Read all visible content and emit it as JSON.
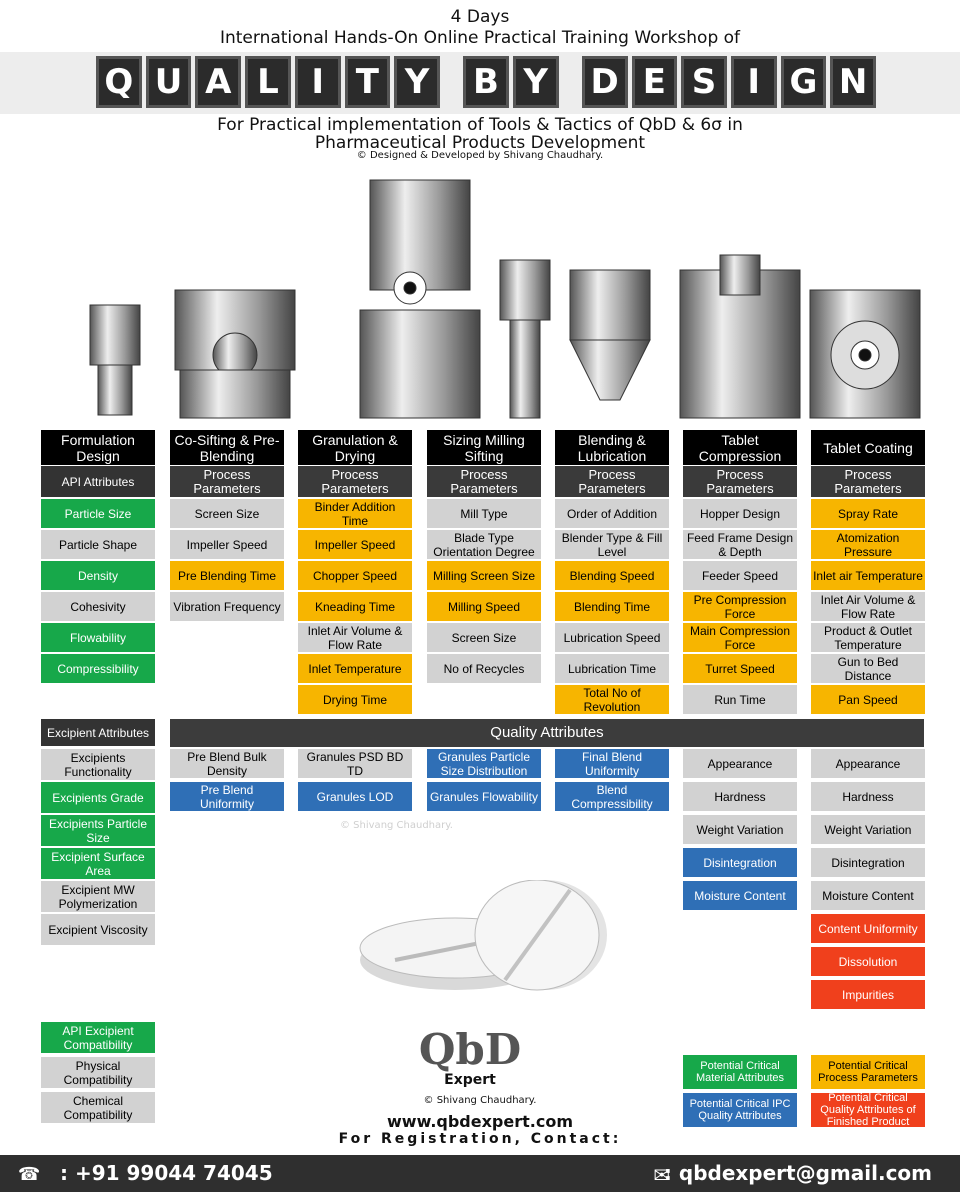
{
  "header": {
    "line1": "4 Days",
    "line2": "International Hands-On Online Practical Training Workshop of",
    "banner_word1": [
      "Q",
      "U",
      "A",
      "L",
      "I",
      "T",
      "Y"
    ],
    "banner_word2": [
      "B",
      "Y"
    ],
    "banner_word3": [
      "D",
      "E",
      "S",
      "I",
      "G",
      "N"
    ],
    "subtitle1": "For Practical implementation of Tools & Tactics of QbD & 6σ in",
    "subtitle2": "Pharmaceutical Products Development",
    "credit": "© Designed & Developed by Shivang Chaudhary."
  },
  "columns": [
    {
      "title": "Formulation Design",
      "sub": "API Attributes",
      "items": [
        [
          "Particle Size",
          "green"
        ],
        [
          "Particle Shape",
          "grey"
        ],
        [
          "Density",
          "green"
        ],
        [
          "Cohesivity",
          "grey"
        ],
        [
          "Flowability",
          "green"
        ],
        [
          "Compressibility",
          "green"
        ]
      ]
    },
    {
      "title": "Co-Sifting & Pre-Blending",
      "sub": "Process Parameters",
      "items": [
        [
          "Screen Size",
          "grey"
        ],
        [
          "Impeller Speed",
          "grey"
        ],
        [
          "Pre Blending Time",
          "yellow"
        ],
        [
          "Vibration Frequency",
          "grey"
        ]
      ]
    },
    {
      "title": "Granulation & Drying",
      "sub": "Process Parameters",
      "items": [
        [
          "Binder Addition Time",
          "yellow"
        ],
        [
          "Impeller Speed",
          "yellow"
        ],
        [
          "Chopper Speed",
          "yellow"
        ],
        [
          "Kneading Time",
          "yellow"
        ],
        [
          "Inlet Air Volume & Flow Rate",
          "grey"
        ],
        [
          "Inlet Temperature",
          "yellow"
        ],
        [
          "Drying Time",
          "yellow"
        ]
      ]
    },
    {
      "title": "Sizing Milling Sifting",
      "sub": "Process Parameters",
      "items": [
        [
          "Mill Type",
          "grey"
        ],
        [
          "Blade Type Orientation Degree",
          "grey"
        ],
        [
          "Milling Screen Size",
          "yellow"
        ],
        [
          "Milling Speed",
          "yellow"
        ],
        [
          "Screen Size",
          "grey"
        ],
        [
          "No of Recycles",
          "grey"
        ]
      ]
    },
    {
      "title": "Blending & Lubrication",
      "sub": "Process Parameters",
      "items": [
        [
          "Order of Addition",
          "grey"
        ],
        [
          "Blender Type & Fill Level",
          "grey"
        ],
        [
          "Blending Speed",
          "yellow"
        ],
        [
          "Blending Time",
          "yellow"
        ],
        [
          "Lubrication Speed",
          "grey"
        ],
        [
          "Lubrication Time",
          "grey"
        ],
        [
          "Total No of Revolution",
          "yellow"
        ]
      ]
    },
    {
      "title": "Tablet Compression",
      "sub": "Process Parameters",
      "items": [
        [
          "Hopper Design",
          "grey"
        ],
        [
          "Feed Frame Design & Depth",
          "grey"
        ],
        [
          "Feeder Speed",
          "grey"
        ],
        [
          "Pre Compression Force",
          "yellow"
        ],
        [
          "Main Compression Force",
          "yellow"
        ],
        [
          "Turret Speed",
          "yellow"
        ],
        [
          "Run Time",
          "grey"
        ]
      ]
    },
    {
      "title": "Tablet Coating",
      "sub": "Process Parameters",
      "items": [
        [
          "Spray Rate",
          "yellow"
        ],
        [
          "Atomization Pressure",
          "yellow"
        ],
        [
          "Inlet air Temperature",
          "yellow"
        ],
        [
          "Inlet Air Volume & Flow Rate",
          "grey"
        ],
        [
          "Product & Outlet Temperature",
          "grey"
        ],
        [
          "Gun to Bed Distance",
          "grey"
        ],
        [
          "Pan Speed",
          "yellow"
        ]
      ]
    }
  ],
  "quality_attributes_label": "Quality Attributes",
  "excipient": {
    "title": "Excipient Attributes",
    "items": [
      [
        "Excipients Functionality",
        "grey"
      ],
      [
        "Excipients Grade",
        "green"
      ],
      [
        "Excipients Particle Size",
        "green"
      ],
      [
        "Excipient Surface Area",
        "green"
      ],
      [
        "Excipient MW Polymerization",
        "grey"
      ],
      [
        "Excipient Viscosity",
        "grey"
      ]
    ]
  },
  "qa_columns": [
    {
      "items": [
        [
          "Pre Blend Bulk Density",
          "grey"
        ],
        [
          "Pre Blend Uniformity",
          "blue"
        ]
      ]
    },
    {
      "items": [
        [
          "Granules PSD BD TD",
          "grey"
        ],
        [
          "Granules LOD",
          "blue"
        ]
      ]
    },
    {
      "items": [
        [
          "Granules Particle Size Distribution",
          "blue"
        ],
        [
          "Granules Flowability",
          "blue"
        ]
      ]
    },
    {
      "items": [
        [
          "Final Blend Uniformity",
          "blue"
        ],
        [
          "Blend Compressibility",
          "blue"
        ]
      ]
    },
    {
      "items": [
        [
          "Appearance",
          "grey"
        ],
        [
          "Hardness",
          "grey"
        ],
        [
          "Weight Variation",
          "grey"
        ],
        [
          "Disintegration",
          "blue"
        ],
        [
          "Moisture Content",
          "blue"
        ]
      ]
    },
    {
      "items": [
        [
          "Appearance",
          "grey"
        ],
        [
          "Hardness",
          "grey"
        ],
        [
          "Weight Variation",
          "grey"
        ],
        [
          "Disintegration",
          "grey"
        ],
        [
          "Moisture Content",
          "grey"
        ],
        [
          "Content Uniformity",
          "red"
        ],
        [
          "Dissolution",
          "red"
        ],
        [
          "Impurities",
          "red"
        ]
      ]
    }
  ],
  "compatibility": [
    [
      "API Excipient Compatibility",
      "green"
    ],
    [
      "Physical Compatibility",
      "grey"
    ],
    [
      "Chemical Compatibility",
      "grey"
    ]
  ],
  "legend": [
    [
      "Potential Critical Material Attributes",
      "green"
    ],
    [
      "Potential Critical Process Parameters",
      "yellow"
    ],
    [
      "Potential Critical IPC Quality Attributes",
      "blue"
    ],
    [
      "Potential Critical Quality Attributes of Finished Product",
      "red"
    ]
  ],
  "logo": {
    "text": "QbD",
    "sub": "Expert",
    "copyright": "© Shivang Chaudhary."
  },
  "website": "www.qbdexpert.com",
  "registration": "For Registration, Contact:",
  "phone": ": +91 99044 74045",
  "email": ": qbdexpert@gmail.com",
  "colors": {
    "green": "#17a84a",
    "grey": "#d2d2d2",
    "yellow": "#f7b500",
    "blue": "#2f6fb6",
    "red": "#f0401c",
    "black": "#000000"
  }
}
